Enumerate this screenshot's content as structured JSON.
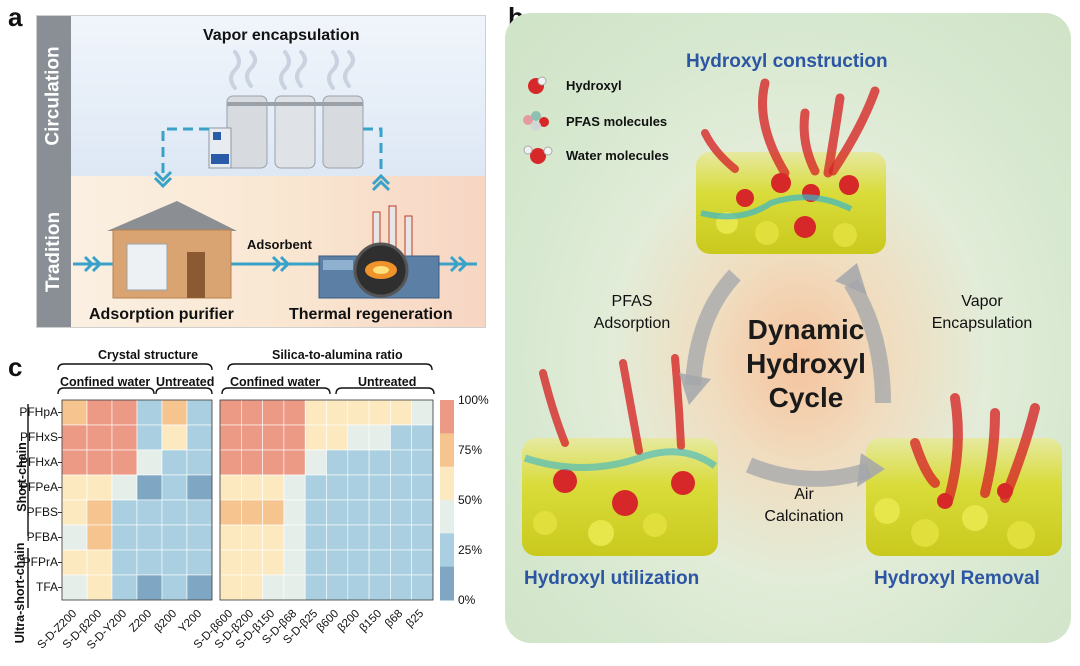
{
  "panels": {
    "a": "a",
    "b": "b",
    "c": "c"
  },
  "panel_a": {
    "band_top": "Circulation",
    "band_bottom": "Tradition",
    "vapor": "Vapor encapsulation",
    "adsorbent": "Adsorbent",
    "purifier": "Adsorption purifier",
    "regeneration": "Thermal regeneration"
  },
  "panel_b": {
    "legend": [
      {
        "label": "Hydroxyl",
        "icon": "hydroxyl-icon"
      },
      {
        "label": "PFAS molecules",
        "icon": "pfas-molecule-icon"
      },
      {
        "label": "Water molecules",
        "icon": "water-molecule-icon"
      }
    ],
    "construction": "Hydroxyl construction",
    "utilization": "Hydroxyl utilization",
    "removal": "Hydroxyl Removal",
    "pfas_adsorption": [
      "PFAS",
      "Adsorption"
    ],
    "vapor_encapsulation": [
      "Vapor",
      "Encapsulation"
    ],
    "air_calcination": [
      "Air",
      "Calcination"
    ],
    "cycle_title": [
      "Dynamic",
      "Hydroxyl",
      "Cycle"
    ]
  },
  "panel_c": {
    "left_header": "Crystal structure",
    "right_header": "Silica-to-alumina ratio",
    "left_sub": [
      "Confined water",
      "Untreated"
    ],
    "right_sub": [
      "Confined water",
      "Untreated"
    ],
    "row_groups": [
      "Short-chain",
      "Ultra-short-chain"
    ],
    "rows": [
      "PFHpA",
      "PFHxS",
      "PFHxA",
      "PFPeA",
      "PFBS",
      "PFBA",
      "PFPrA",
      "TFA"
    ],
    "left_cols": [
      "S-D-Z200",
      "S-D-β200",
      "S-D-Y200",
      "Z200",
      "β200",
      "Y200"
    ],
    "right_cols": [
      "S-D-β600",
      "S-D-β200",
      "S-D-β150",
      "S-D-β68",
      "S-D-β25",
      "β600",
      "β200",
      "β150",
      "β68",
      "β25"
    ],
    "colorbar_ticks": [
      "100%",
      "75%",
      "50%",
      "25%",
      "0%"
    ],
    "colors": {
      "high": "#ec9a86",
      "midhigh": "#f6c48f",
      "mid": "#fde9bf",
      "low": "#e6eee9",
      "lowest": "#a9cfe0",
      "dark": "#7fa6c2"
    },
    "left_values": [
      [
        0.78,
        0.92,
        0.88,
        0.22,
        0.6,
        0.18
      ],
      [
        0.82,
        0.9,
        0.85,
        0.2,
        0.55,
        0.16
      ],
      [
        0.8,
        0.88,
        0.84,
        0.32,
        0.15,
        0.15
      ],
      [
        0.45,
        0.55,
        0.25,
        0.05,
        0.2,
        0.08
      ],
      [
        0.4,
        0.62,
        0.2,
        0.18,
        0.15,
        0.15
      ],
      [
        0.35,
        0.6,
        0.2,
        0.15,
        0.15,
        0.18
      ],
      [
        0.4,
        0.45,
        0.2,
        0.18,
        0.15,
        0.15
      ],
      [
        0.35,
        0.4,
        0.18,
        0.05,
        0.15,
        0.05
      ]
    ],
    "right_values": [
      [
        0.9,
        0.92,
        0.92,
        0.9,
        0.48,
        0.55,
        0.48,
        0.45,
        0.4,
        0.25
      ],
      [
        0.9,
        0.92,
        0.92,
        0.9,
        0.45,
        0.4,
        0.35,
        0.3,
        0.18,
        0.18
      ],
      [
        0.88,
        0.9,
        0.9,
        0.88,
        0.3,
        0.18,
        0.15,
        0.15,
        0.15,
        0.15
      ],
      [
        0.45,
        0.48,
        0.48,
        0.3,
        0.18,
        0.15,
        0.15,
        0.15,
        0.15,
        0.15
      ],
      [
        0.75,
        0.62,
        0.6,
        0.28,
        0.15,
        0.15,
        0.15,
        0.15,
        0.15,
        0.15
      ],
      [
        0.45,
        0.55,
        0.5,
        0.3,
        0.15,
        0.15,
        0.15,
        0.15,
        0.15,
        0.15
      ],
      [
        0.45,
        0.42,
        0.38,
        0.28,
        0.15,
        0.15,
        0.15,
        0.15,
        0.15,
        0.15
      ],
      [
        0.4,
        0.38,
        0.32,
        0.28,
        0.15,
        0.15,
        0.15,
        0.15,
        0.15,
        0.15
      ]
    ]
  }
}
